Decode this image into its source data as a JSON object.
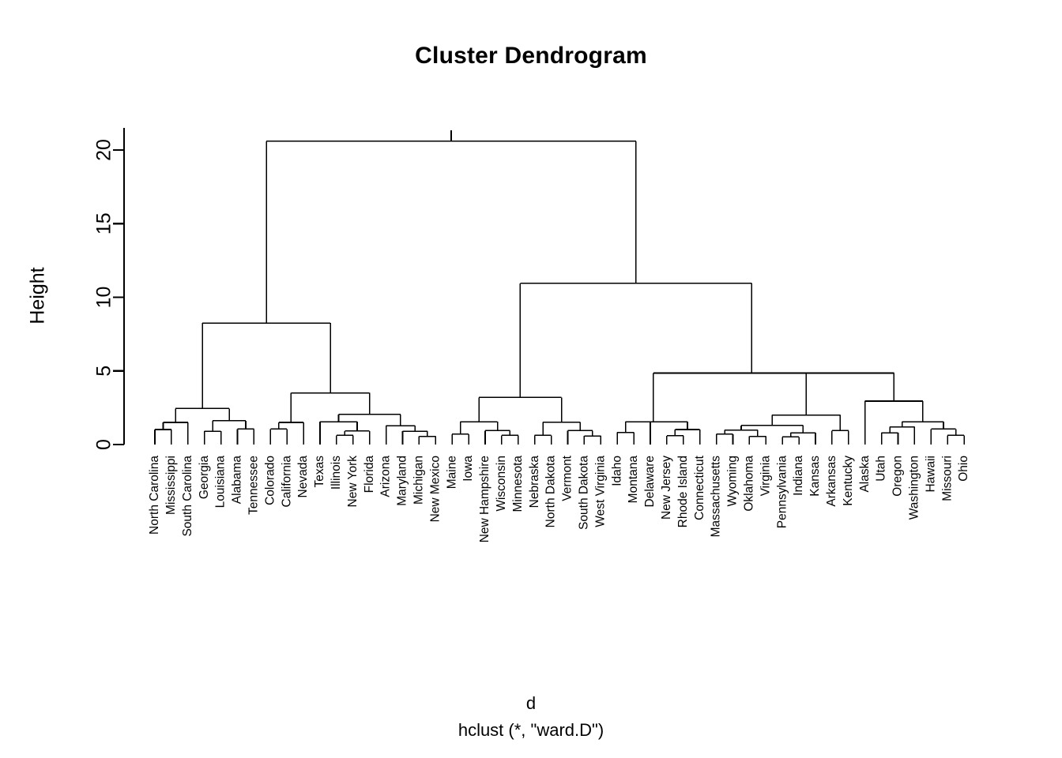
{
  "plot": {
    "title": "Cluster Dendrogram",
    "ylabel": "Height",
    "xlabel_line1": "d",
    "xlabel_line2": "hclust (*, \"ward.D\")",
    "background": "#ffffff",
    "line_color": "#000000"
  },
  "chart_data": {
    "type": "dendrogram",
    "title": "Cluster Dendrogram",
    "xlabel": "d\nhclust (*, \"ward.D\")",
    "ylabel": "Height",
    "method": "ward.D",
    "ylim": [
      0,
      21.5
    ],
    "yticks": [
      0,
      5,
      10,
      15,
      20
    ],
    "ytick_labels": [
      "0",
      "5",
      "10",
      "15",
      "20"
    ],
    "grid": false,
    "legend": "none",
    "n_leaves": 50,
    "leaf_labels": [
      "North Carolina",
      "Mississippi",
      "South Carolina",
      "Georgia",
      "Louisiana",
      "Alabama",
      "Tennessee",
      "Colorado",
      "California",
      "Nevada",
      "Texas",
      "Illinois",
      "New York",
      "Florida",
      "Arizona",
      "Maryland",
      "Michigan",
      "New Mexico",
      "Maine",
      "Iowa",
      "New Hampshire",
      "Wisconsin",
      "Minnesota",
      "Nebraska",
      "North Dakota",
      "Vermont",
      "South Dakota",
      "West Virginia",
      "Idaho",
      "Montana",
      "Delaware",
      "New Jersey",
      "Rhode Island",
      "Connecticut",
      "Massachusetts",
      "Wyoming",
      "Oklahoma",
      "Virginia",
      "Pennsylvania",
      "Indiana",
      "Kansas",
      "Arkansas",
      "Kentucky",
      "Alaska",
      "Utah",
      "Oregon",
      "Washington",
      "Hawaii",
      "Missouri",
      "Ohio"
    ],
    "merges": [
      {
        "id": "m1",
        "left": {
          "type": "leaf",
          "index": 0
        },
        "right": {
          "type": "leaf",
          "index": 1
        },
        "height": 1.02
      },
      {
        "id": "m2",
        "left": {
          "type": "node",
          "id": "m1"
        },
        "right": {
          "type": "leaf",
          "index": 2
        },
        "height": 1.5
      },
      {
        "id": "m3",
        "left": {
          "type": "leaf",
          "index": 3
        },
        "right": {
          "type": "leaf",
          "index": 4
        },
        "height": 0.9
      },
      {
        "id": "m4",
        "left": {
          "type": "leaf",
          "index": 5
        },
        "right": {
          "type": "leaf",
          "index": 6
        },
        "height": 1.05
      },
      {
        "id": "m5",
        "left": {
          "type": "node",
          "id": "m3"
        },
        "right": {
          "type": "node",
          "id": "m4"
        },
        "height": 1.62
      },
      {
        "id": "m6",
        "left": {
          "type": "node",
          "id": "m2"
        },
        "right": {
          "type": "node",
          "id": "m5"
        },
        "height": 2.45
      },
      {
        "id": "m7",
        "left": {
          "type": "leaf",
          "index": 7
        },
        "right": {
          "type": "leaf",
          "index": 8
        },
        "height": 1.05
      },
      {
        "id": "m8",
        "left": {
          "type": "node",
          "id": "m7"
        },
        "right": {
          "type": "leaf",
          "index": 9
        },
        "height": 1.5
      },
      {
        "id": "m9",
        "left": {
          "type": "leaf",
          "index": 11
        },
        "right": {
          "type": "leaf",
          "index": 12
        },
        "height": 0.62
      },
      {
        "id": "m10",
        "left": {
          "type": "node",
          "id": "m9"
        },
        "right": {
          "type": "leaf",
          "index": 13
        },
        "height": 0.92
      },
      {
        "id": "m11",
        "left": {
          "type": "leaf",
          "index": 10
        },
        "right": {
          "type": "node",
          "id": "m10"
        },
        "height": 1.55
      },
      {
        "id": "m12",
        "left": {
          "type": "leaf",
          "index": 16
        },
        "right": {
          "type": "leaf",
          "index": 17
        },
        "height": 0.55
      },
      {
        "id": "m13",
        "left": {
          "type": "leaf",
          "index": 15
        },
        "right": {
          "type": "node",
          "id": "m12"
        },
        "height": 0.9
      },
      {
        "id": "m14",
        "left": {
          "type": "leaf",
          "index": 14
        },
        "right": {
          "type": "node",
          "id": "m13"
        },
        "height": 1.28
      },
      {
        "id": "m15",
        "left": {
          "type": "node",
          "id": "m11"
        },
        "right": {
          "type": "node",
          "id": "m14"
        },
        "height": 2.05
      },
      {
        "id": "m16",
        "left": {
          "type": "node",
          "id": "m8"
        },
        "right": {
          "type": "node",
          "id": "m15"
        },
        "height": 3.5
      },
      {
        "id": "m17",
        "left": {
          "type": "node",
          "id": "m6"
        },
        "right": {
          "type": "node",
          "id": "m16"
        },
        "height": 8.25
      },
      {
        "id": "m18",
        "left": {
          "type": "leaf",
          "index": 18
        },
        "right": {
          "type": "leaf",
          "index": 19
        },
        "height": 0.7
      },
      {
        "id": "m19",
        "left": {
          "type": "leaf",
          "index": 21
        },
        "right": {
          "type": "leaf",
          "index": 22
        },
        "height": 0.62
      },
      {
        "id": "m20",
        "left": {
          "type": "leaf",
          "index": 20
        },
        "right": {
          "type": "node",
          "id": "m19"
        },
        "height": 0.95
      },
      {
        "id": "m21",
        "left": {
          "type": "node",
          "id": "m18"
        },
        "right": {
          "type": "node",
          "id": "m20"
        },
        "height": 1.55
      },
      {
        "id": "m22",
        "left": {
          "type": "leaf",
          "index": 23
        },
        "right": {
          "type": "leaf",
          "index": 24
        },
        "height": 0.62
      },
      {
        "id": "m23",
        "left": {
          "type": "leaf",
          "index": 26
        },
        "right": {
          "type": "leaf",
          "index": 27
        },
        "height": 0.58
      },
      {
        "id": "m24",
        "left": {
          "type": "leaf",
          "index": 25
        },
        "right": {
          "type": "node",
          "id": "m23"
        },
        "height": 0.95
      },
      {
        "id": "m25",
        "left": {
          "type": "node",
          "id": "m22"
        },
        "right": {
          "type": "node",
          "id": "m24"
        },
        "height": 1.52
      },
      {
        "id": "m26",
        "left": {
          "type": "node",
          "id": "m21"
        },
        "right": {
          "type": "node",
          "id": "m25"
        },
        "height": 3.2
      },
      {
        "id": "m27",
        "left": {
          "type": "leaf",
          "index": 28
        },
        "right": {
          "type": "leaf",
          "index": 29
        },
        "height": 0.82
      },
      {
        "id": "m28",
        "left": {
          "type": "leaf",
          "index": 31
        },
        "right": {
          "type": "leaf",
          "index": 32
        },
        "height": 0.6
      },
      {
        "id": "m29",
        "left": {
          "type": "node",
          "id": "m28"
        },
        "right": {
          "type": "leaf",
          "index": 33
        },
        "height": 1.02
      },
      {
        "id": "m30",
        "left": {
          "type": "node",
          "id": "m27"
        },
        "right": {
          "type": "node",
          "id": "m29"
        },
        "height": 1.55
      },
      {
        "id": "m31",
        "left": {
          "type": "leaf",
          "index": 30
        },
        "right": {
          "type": "node",
          "id": "m30"
        },
        "height": 1.55
      },
      {
        "id": "m32",
        "left": {
          "type": "leaf",
          "index": 34
        },
        "right": {
          "type": "leaf",
          "index": 35
        },
        "height": 0.7
      },
      {
        "id": "m33",
        "left": {
          "type": "leaf",
          "index": 36
        },
        "right": {
          "type": "leaf",
          "index": 37
        },
        "height": 0.55
      },
      {
        "id": "m34",
        "left": {
          "type": "node",
          "id": "m32"
        },
        "right": {
          "type": "node",
          "id": "m33"
        },
        "height": 0.98
      },
      {
        "id": "m35",
        "left": {
          "type": "leaf",
          "index": 38
        },
        "right": {
          "type": "leaf",
          "index": 39
        },
        "height": 0.52
      },
      {
        "id": "m36",
        "left": {
          "type": "node",
          "id": "m35"
        },
        "right": {
          "type": "leaf",
          "index": 40
        },
        "height": 0.8
      },
      {
        "id": "m37",
        "left": {
          "type": "node",
          "id": "m34"
        },
        "right": {
          "type": "node",
          "id": "m36"
        },
        "height": 1.3
      },
      {
        "id": "m38",
        "left": {
          "type": "leaf",
          "index": 41
        },
        "right": {
          "type": "leaf",
          "index": 42
        },
        "height": 0.95
      },
      {
        "id": "m39",
        "left": {
          "type": "node",
          "id": "m37"
        },
        "right": {
          "type": "node",
          "id": "m38"
        },
        "height": 2.0
      },
      {
        "id": "m40",
        "left": {
          "type": "leaf",
          "index": 44
        },
        "right": {
          "type": "leaf",
          "index": 45
        },
        "height": 0.8
      },
      {
        "id": "m41",
        "left": {
          "type": "node",
          "id": "m40"
        },
        "right": {
          "type": "leaf",
          "index": 46
        },
        "height": 1.2
      },
      {
        "id": "m42",
        "left": {
          "type": "leaf",
          "index": 48
        },
        "right": {
          "type": "leaf",
          "index": 49
        },
        "height": 0.62
      },
      {
        "id": "m43",
        "left": {
          "type": "leaf",
          "index": 47
        },
        "right": {
          "type": "node",
          "id": "m42"
        },
        "height": 1.05
      },
      {
        "id": "m44",
        "left": {
          "type": "node",
          "id": "m41"
        },
        "right": {
          "type": "node",
          "id": "m43"
        },
        "height": 1.55
      },
      {
        "id": "m45",
        "left": {
          "type": "leaf",
          "index": 43
        },
        "right": {
          "type": "node",
          "id": "m44"
        },
        "height": 2.95
      },
      {
        "id": "m46",
        "left": {
          "type": "node",
          "id": "m39"
        },
        "right": {
          "type": "node",
          "id": "m45"
        },
        "height": 4.85
      },
      {
        "id": "m47",
        "left": {
          "type": "node",
          "id": "m31"
        },
        "right": {
          "type": "node",
          "id": "m46"
        },
        "height": 4.85
      },
      {
        "id": "m48",
        "left": {
          "type": "node",
          "id": "m26"
        },
        "right": {
          "type": "node",
          "id": "m47"
        },
        "height": 10.95
      },
      {
        "id": "m49",
        "left": {
          "type": "node",
          "id": "m17"
        },
        "right": {
          "type": "node",
          "id": "m48"
        },
        "height": 20.6
      }
    ]
  }
}
